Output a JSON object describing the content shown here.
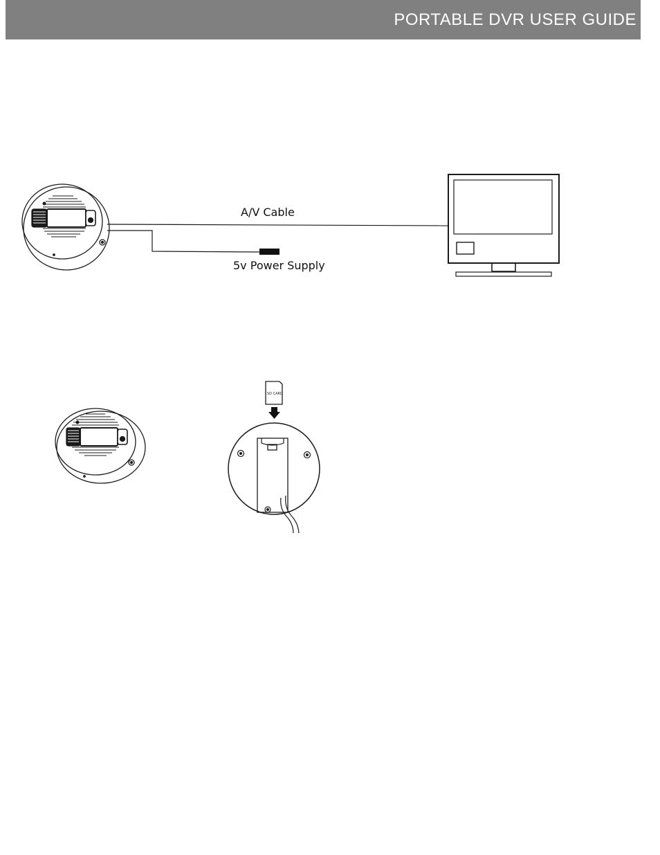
{
  "header": {
    "title": "PORTABLE DVR USER GUIDE",
    "background_color": "#808080",
    "text_color": "#ffffff"
  },
  "connection_diagram": {
    "av_cable_label": "A/V Cable",
    "power_supply_label": "5v Power Supply"
  },
  "sd_card_diagram": {
    "card_label": "SD CARD"
  }
}
